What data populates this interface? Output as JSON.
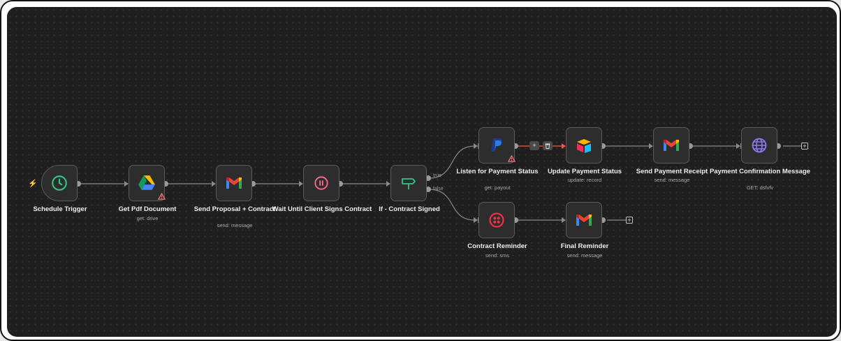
{
  "colors": {
    "canvas": "#1f1f1f",
    "connection": "#8a8a8a",
    "active_connection": "#e8604c",
    "warning": "#ff6f6f"
  },
  "nodes": [
    {
      "id": "schedule",
      "label": "Schedule Trigger",
      "sub": "",
      "icon": "clock-icon"
    },
    {
      "id": "getpdf",
      "label": "Get Pdf Document",
      "sub": "get: drive",
      "icon": "google-drive-icon"
    },
    {
      "id": "proposal",
      "label": "Send Proposal + Contract",
      "sub": "send: message",
      "icon": "gmail-icon"
    },
    {
      "id": "wait",
      "label": "Wait Until Client Signs Contract",
      "sub": "",
      "icon": "pause-icon"
    },
    {
      "id": "if",
      "label": "If - Contract Signed",
      "sub": "",
      "icon": "signpost-icon"
    },
    {
      "id": "listen",
      "label": "Listen for Payment Status",
      "sub": "get: payout",
      "icon": "paypal-icon"
    },
    {
      "id": "update",
      "label": "Update Payment Status",
      "sub": "update: record",
      "icon": "airtable-icon"
    },
    {
      "id": "receipt",
      "label": "Send Payment Receipt",
      "sub": "send: message",
      "icon": "gmail-icon"
    },
    {
      "id": "confirm",
      "label": "Payment Confirmation Message",
      "sub": "GET: dsfvfv",
      "icon": "globe-icon"
    },
    {
      "id": "reminder",
      "label": "Contract Reminder",
      "sub": "send: sms",
      "icon": "twilio-icon"
    },
    {
      "id": "final",
      "label": "Final Reminder",
      "sub": "send: message",
      "icon": "gmail-icon"
    }
  ],
  "branches": {
    "true_label": "true",
    "false_label": "false"
  },
  "edge_tools": {
    "add": "+",
    "delete": "🗑"
  },
  "add_node": "+"
}
